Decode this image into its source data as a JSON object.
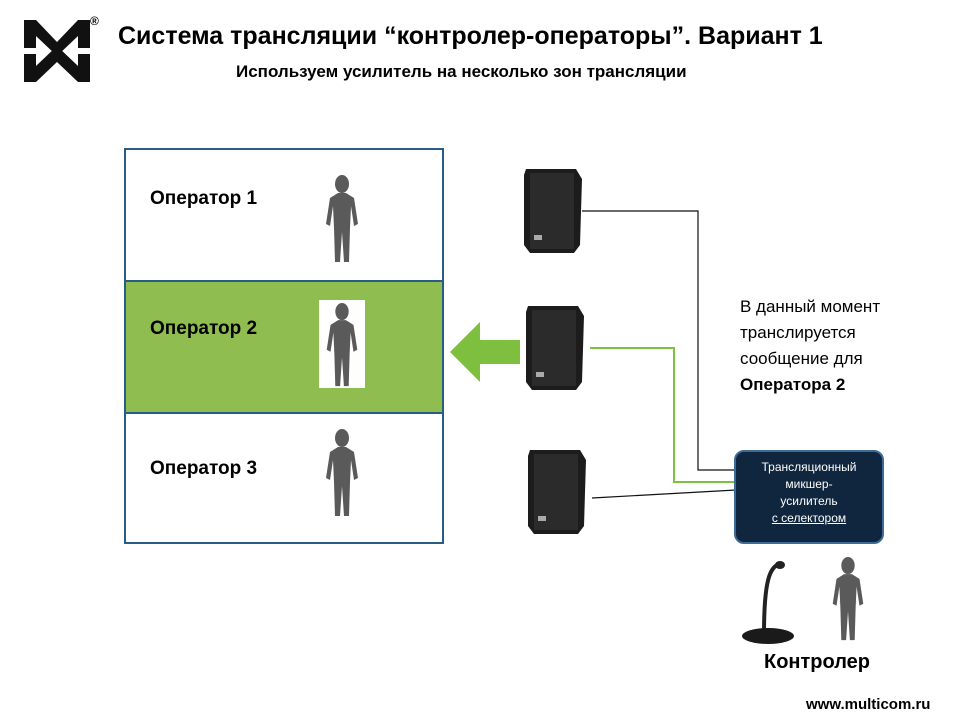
{
  "header": {
    "title": "Система трансляции “контролер-операторы”. Вариант 1",
    "subtitle": "Используем усилитель на несколько зон трансляции",
    "logo_mark": "®"
  },
  "zones": [
    {
      "label": "Оператор 1",
      "active": false
    },
    {
      "label": "Оператор 2",
      "active": true
    },
    {
      "label": "Оператор 3",
      "active": false
    }
  ],
  "amplifier": {
    "line1": "Трансляционный",
    "line2": "микшер-",
    "line3": "усилитель",
    "line4": "с селектором"
  },
  "note": {
    "line1": "В данный момент",
    "line2": "транслируется",
    "line3": "сообщение для",
    "line4": "Оператора 2"
  },
  "controller": {
    "label": "Контролер"
  },
  "footer": {
    "website": "www.multicom.ru"
  },
  "colors": {
    "active_zone": "#8fbd4f",
    "border": "#2a5d86",
    "amplifier_bg": "#10263e",
    "active_line": "#7fbf3f",
    "inactive_line": "#111111"
  },
  "icons": [
    "logo-icon",
    "person-icon",
    "speaker-icon",
    "arrow-left-icon",
    "microphone-icon"
  ]
}
